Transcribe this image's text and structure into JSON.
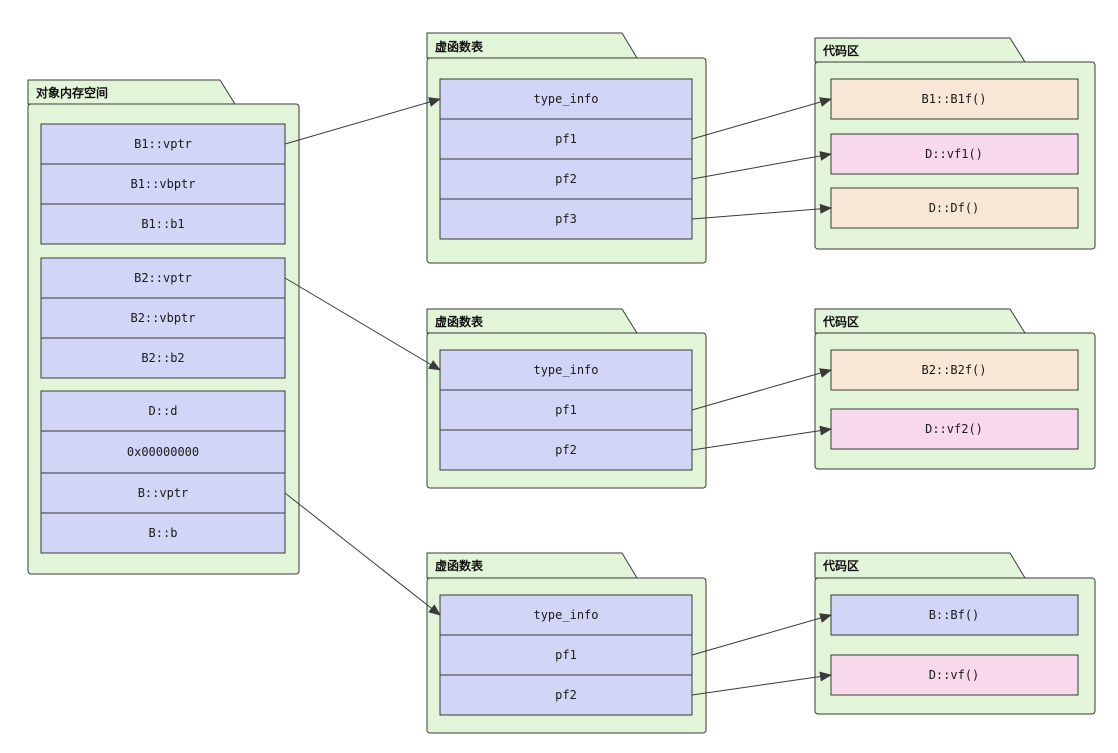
{
  "colors": {
    "package_fill": "#e3f5d8",
    "border": "#3a3a3a",
    "lavender": "#d2d6f6",
    "peach": "#f9e7d6",
    "pink": "#f8d8ec"
  },
  "object_space": {
    "title": "对象内存空间",
    "groups": [
      {
        "cells": [
          {
            "text": "B1::vptr"
          },
          {
            "text": "B1::vbptr"
          },
          {
            "text": "B1::b1"
          }
        ]
      },
      {
        "cells": [
          {
            "text": "B2::vptr"
          },
          {
            "text": "B2::vbptr"
          },
          {
            "text": "B2::b2"
          }
        ]
      },
      {
        "cells": [
          {
            "text": "D::d"
          },
          {
            "text": "0x00000000"
          },
          {
            "text": "B::vptr"
          },
          {
            "text": "B::b"
          }
        ]
      }
    ]
  },
  "vtables": [
    {
      "title": "虚函数表",
      "cells": [
        {
          "text": "type_info"
        },
        {
          "text": "pf1"
        },
        {
          "text": "pf2"
        },
        {
          "text": "pf3"
        }
      ]
    },
    {
      "title": "虚函数表",
      "cells": [
        {
          "text": "type_info"
        },
        {
          "text": "pf1"
        },
        {
          "text": "pf2"
        }
      ]
    },
    {
      "title": "虚函数表",
      "cells": [
        {
          "text": "type_info"
        },
        {
          "text": "pf1"
        },
        {
          "text": "pf2"
        }
      ]
    }
  ],
  "code_areas": [
    {
      "title": "代码区",
      "items": [
        {
          "text": "B1::B1f()",
          "color": "peach"
        },
        {
          "text": "D::vf1()",
          "color": "pink"
        },
        {
          "text": "D::Df()",
          "color": "peach"
        }
      ]
    },
    {
      "title": "代码区",
      "items": [
        {
          "text": "B2::B2f()",
          "color": "peach"
        },
        {
          "text": "D::vf2()",
          "color": "pink"
        }
      ]
    },
    {
      "title": "代码区",
      "items": [
        {
          "text": "B::Bf()",
          "color": "lavender"
        },
        {
          "text": "D::vf()",
          "color": "pink"
        }
      ]
    }
  ]
}
